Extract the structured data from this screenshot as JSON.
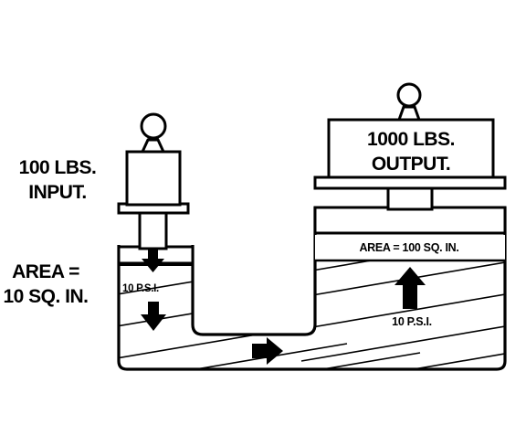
{
  "input_label": {
    "line1": "100 LBS.",
    "line2": "INPUT."
  },
  "input_area_label": {
    "line1": "AREA =",
    "line2": "10 SQ. IN."
  },
  "output_label": {
    "line1": "1000 LBS.",
    "line2": "OUTPUT."
  },
  "output_area_label": "AREA = 100 SQ. IN.",
  "input_pressure_label": "10 P.S.I.",
  "output_pressure_label": "10 P.S.I.",
  "colors": {
    "ink": "#000000",
    "paper": "#ffffff"
  }
}
